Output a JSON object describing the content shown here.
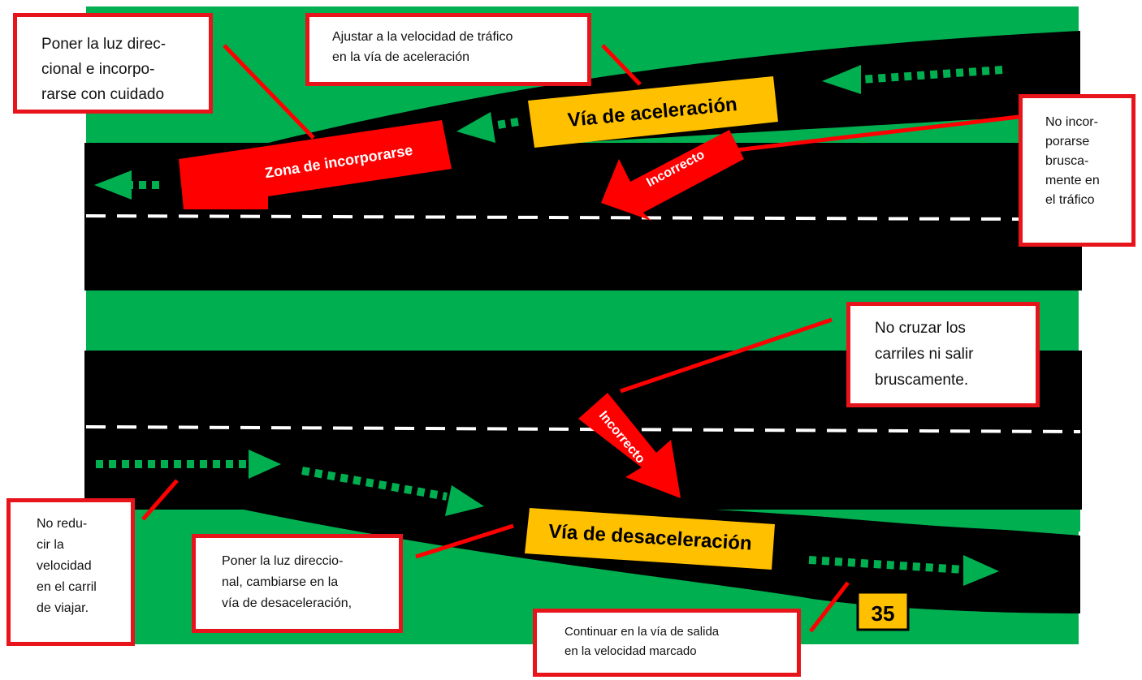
{
  "signs": {
    "acceleration_lane": "Vía de aceleración",
    "deceleration_lane": "Vía de desaceleración",
    "merge_zone": "Zona de incorporarse",
    "incorrect_top": "Incorrecto",
    "incorrect_bottom": "Incorrecto",
    "speed_limit": "35"
  },
  "callouts": {
    "signal_merge": "Poner la luz direc-\ncional e incorpo-\nrarse con cuidado",
    "adjust_speed": "Ajustar a la velocidad de tráfico\nen la vía de aceleración",
    "no_abrupt_merge": "No incor-\nporarse\nbrusca-\nmente en\nel tráfico",
    "no_cross_lanes": "No cruzar los\ncarriles ni salir\nbruscamente.",
    "no_slow_travel_lane": "No redu-\ncir la\nvelocidad\nen el carril\nde viajar.",
    "signal_decel": "Poner la luz direccio-\nnal, cambiarse en la\nvía de desaceleración,",
    "continue_exit": "Continuar en la vía de salida\nen la velocidad marcado"
  },
  "colors": {
    "grass": "#00b050",
    "road": "#000000",
    "arrow_green": "#00b050",
    "warning_red": "#ff0000",
    "sign_yellow": "#ffc000",
    "callout_border": "#e8141b"
  }
}
